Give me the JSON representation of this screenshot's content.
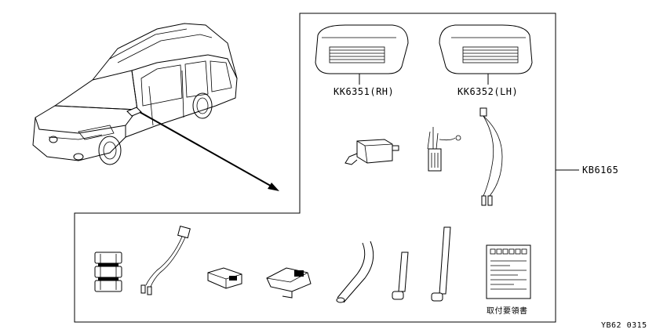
{
  "labels": {
    "mirror_rh": "KK6351(RH)",
    "mirror_lh": "KK6352(LH)",
    "kit": "KB6165",
    "manual": "取付要領書",
    "code": "YB62 0315"
  },
  "colors": {
    "line": "#000000",
    "background": "#ffffff"
  }
}
